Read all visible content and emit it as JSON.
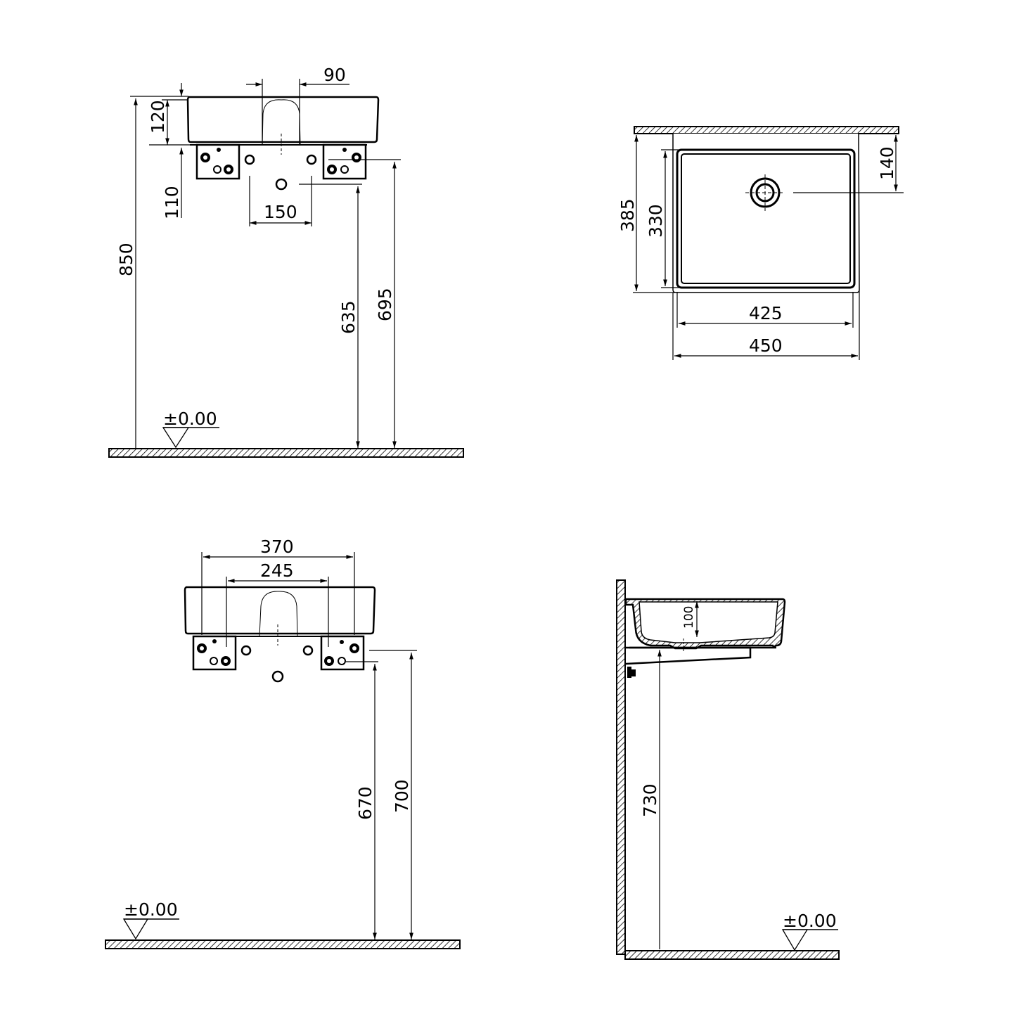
{
  "drawing": {
    "type": "technical-dimension-drawing",
    "subject": "countertop washbasin with wall brackets",
    "units": "mm"
  },
  "views": {
    "front_view_top": {
      "dims": {
        "faucet_width": "90",
        "basin_height": "120",
        "bracket_height": "110",
        "hole_spacing": "150",
        "total_height": "850",
        "drain_height": "635",
        "bracket_top_height": "695"
      },
      "level_label": "±0.00"
    },
    "plan_view": {
      "dims": {
        "drain_offset": "140",
        "overall_depth": "385",
        "inner_depth": "330",
        "inner_width": "425",
        "overall_width": "450"
      }
    },
    "front_view_bottom": {
      "dims": {
        "outer_bracket_spacing": "370",
        "inner_bracket_spacing": "245",
        "drain_height": "670",
        "bracket_top_height": "700"
      },
      "level_label": "±0.00"
    },
    "side_view": {
      "dims": {
        "bowl_depth": "100",
        "bottom_height": "730"
      },
      "level_label": "±0.00"
    }
  },
  "colors": {
    "line": "#000000",
    "background": "#ffffff"
  }
}
